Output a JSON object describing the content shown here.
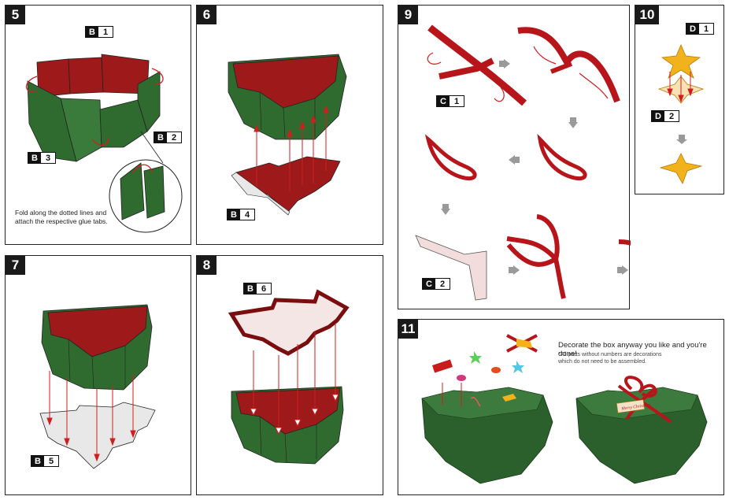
{
  "steps": {
    "s5": "5",
    "s6": "6",
    "s7": "7",
    "s8": "8",
    "s9": "9",
    "s10": "10",
    "s11": "11"
  },
  "parts": {
    "b1": {
      "letter": "B",
      "num": "1"
    },
    "b2": {
      "letter": "B",
      "num": "2"
    },
    "b3": {
      "letter": "B",
      "num": "3"
    },
    "b4": {
      "letter": "B",
      "num": "4"
    },
    "b5": {
      "letter": "B",
      "num": "5"
    },
    "b6": {
      "letter": "B",
      "num": "6"
    },
    "c1": {
      "letter": "C",
      "num": "1"
    },
    "c2": {
      "letter": "C",
      "num": "2"
    },
    "d1": {
      "letter": "D",
      "num": "1"
    },
    "d2": {
      "letter": "D",
      "num": "2"
    }
  },
  "texts": {
    "fold_note_1": "Fold along the dotted lines and",
    "fold_note_2": "attach the respective glue tabs.",
    "decorate_title": "Decorate the box anyway you like and you're done!",
    "decorate_sub_1": "*All parts without numbers are decorations",
    "decorate_sub_2": "which do not need to be assembled.",
    "gift_tag": "Merry Christmas"
  },
  "colors": {
    "wall_green": "#2f6b2f",
    "wall_red": "#9e1a1a",
    "ribbon_red": "#b8151b",
    "arrow_red": "#d01e1e",
    "star_gold": "#f2b21c",
    "step_arrow_grey": "#9a9a9a"
  }
}
